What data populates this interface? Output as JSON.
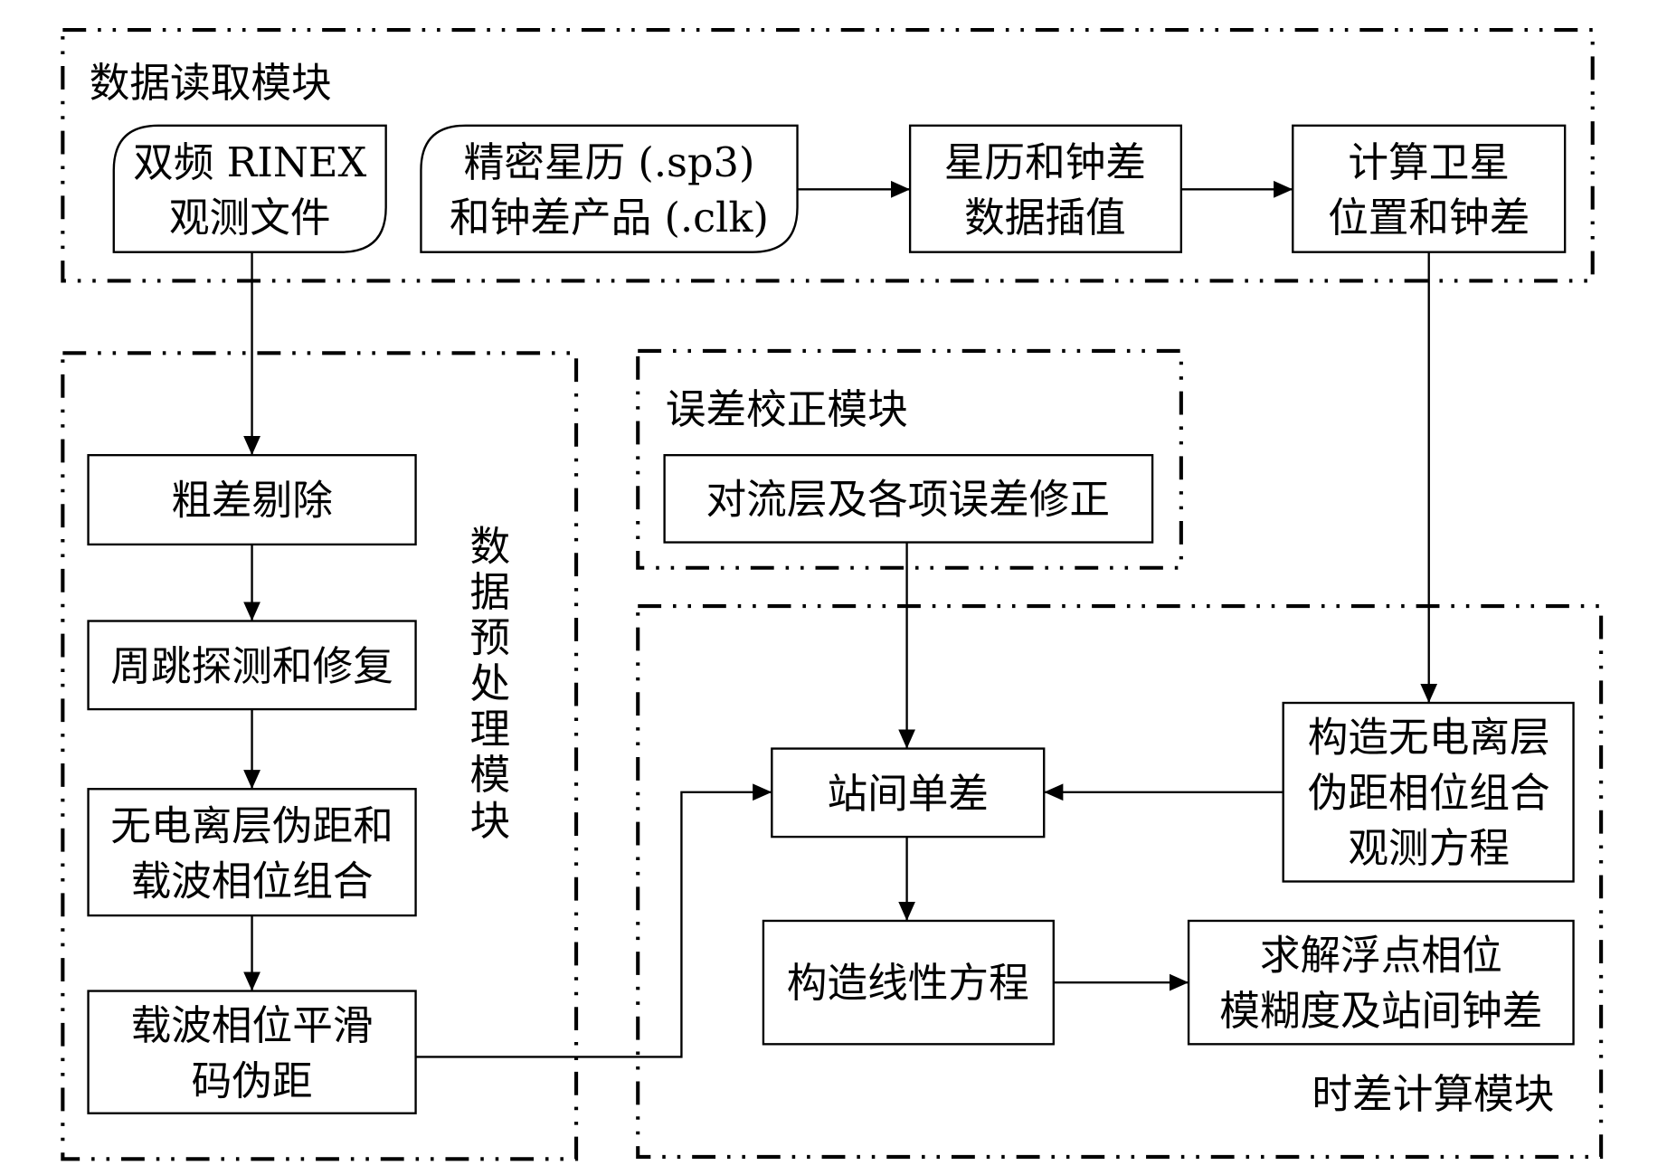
{
  "modules": {
    "data_read": "数据读取模块",
    "preprocess": "数据预处理模块",
    "error_correction": "误差校正模块",
    "time_diff": "时差计算模块"
  },
  "boxes": {
    "rinex": [
      "双频 RINEX",
      "观测文件"
    ],
    "precise": [
      "精密星历 (.sp3)",
      "和钟差产品 (.clk)"
    ],
    "interp": [
      "星历和钟差",
      "数据插值"
    ],
    "satpos": [
      "计算卫星",
      "位置和钟差"
    ],
    "gross": [
      "粗差剔除"
    ],
    "cycleslip": [
      "周跳探测和修复"
    ],
    "ionofree": [
      "无电离层伪距和",
      "载波相位组合"
    ],
    "smooth": [
      "载波相位平滑",
      "码伪距"
    ],
    "tropo": [
      "对流层及各项误差修正"
    ],
    "sd": [
      "站间单差"
    ],
    "construct_obs": [
      "构造无电离层",
      "伪距相位组合",
      "观测方程"
    ],
    "linear": [
      "构造线性方程"
    ],
    "solve": [
      "求解浮点相位",
      "模糊度及站间钟差"
    ]
  }
}
